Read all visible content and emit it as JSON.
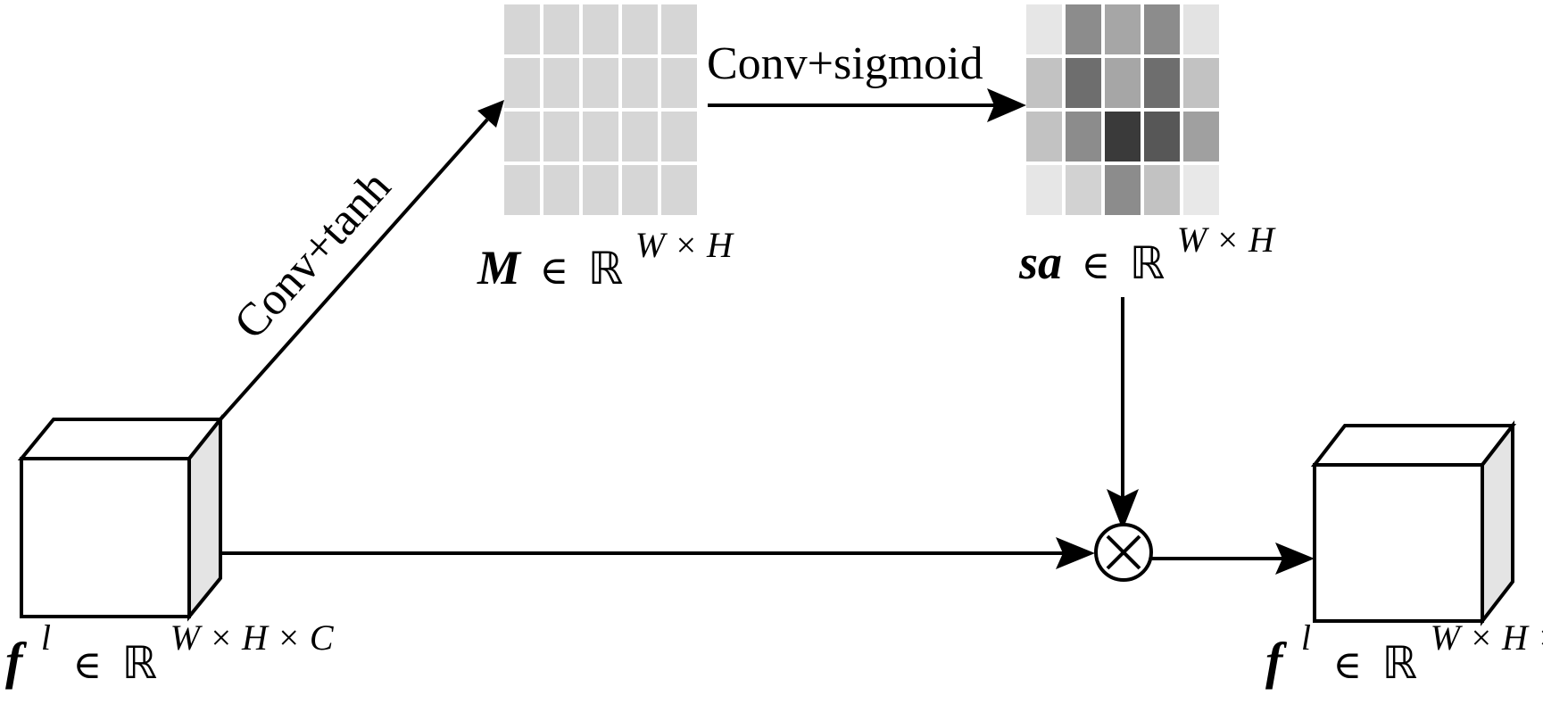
{
  "edges": {
    "conv_tanh_label": "Conv+tanh",
    "conv_sigmoid_label": "Conv+sigmoid"
  },
  "nodes": {
    "input_feature": {
      "symbol": "f",
      "superscript": "l",
      "element_of": "∈",
      "space": "ℝ",
      "dims": "W × H × C"
    },
    "map_m": {
      "symbol": "M",
      "element_of": "∈",
      "space": "ℝ",
      "dims": "W × H",
      "cell_gray_levels": [
        [
          "#d6d6d6",
          "#d6d6d6",
          "#d6d6d6",
          "#d6d6d6",
          "#d6d6d6"
        ],
        [
          "#d6d6d6",
          "#d6d6d6",
          "#d6d6d6",
          "#d6d6d6",
          "#d6d6d6"
        ],
        [
          "#d6d6d6",
          "#d6d6d6",
          "#d6d6d6",
          "#d6d6d6",
          "#d6d6d6"
        ],
        [
          "#d6d6d6",
          "#d6d6d6",
          "#d6d6d6",
          "#d6d6d6",
          "#d6d6d6"
        ]
      ]
    },
    "spatial_attention": {
      "symbol": "sa",
      "element_of": "∈",
      "space": "ℝ",
      "dims": "W × H",
      "cell_gray_levels": [
        [
          "#e6e6e6",
          "#8c8c8c",
          "#a6a6a6",
          "#8c8c8c",
          "#e3e3e3"
        ],
        [
          "#c2c2c2",
          "#6e6e6e",
          "#a6a6a6",
          "#6e6e6e",
          "#c2c2c2"
        ],
        [
          "#c2c2c2",
          "#8c8c8c",
          "#3a3a3a",
          "#575757",
          "#a0a0a0"
        ],
        [
          "#e6e6e6",
          "#d2d2d2",
          "#8c8c8c",
          "#c2c2c2",
          "#e8e8e8"
        ]
      ]
    },
    "multiply_operator": {
      "glyph": "⊗"
    },
    "output_feature": {
      "symbol": "f",
      "superscript": "l",
      "element_of": "∈",
      "space": "ℝ",
      "dims": "W × H × C"
    }
  }
}
